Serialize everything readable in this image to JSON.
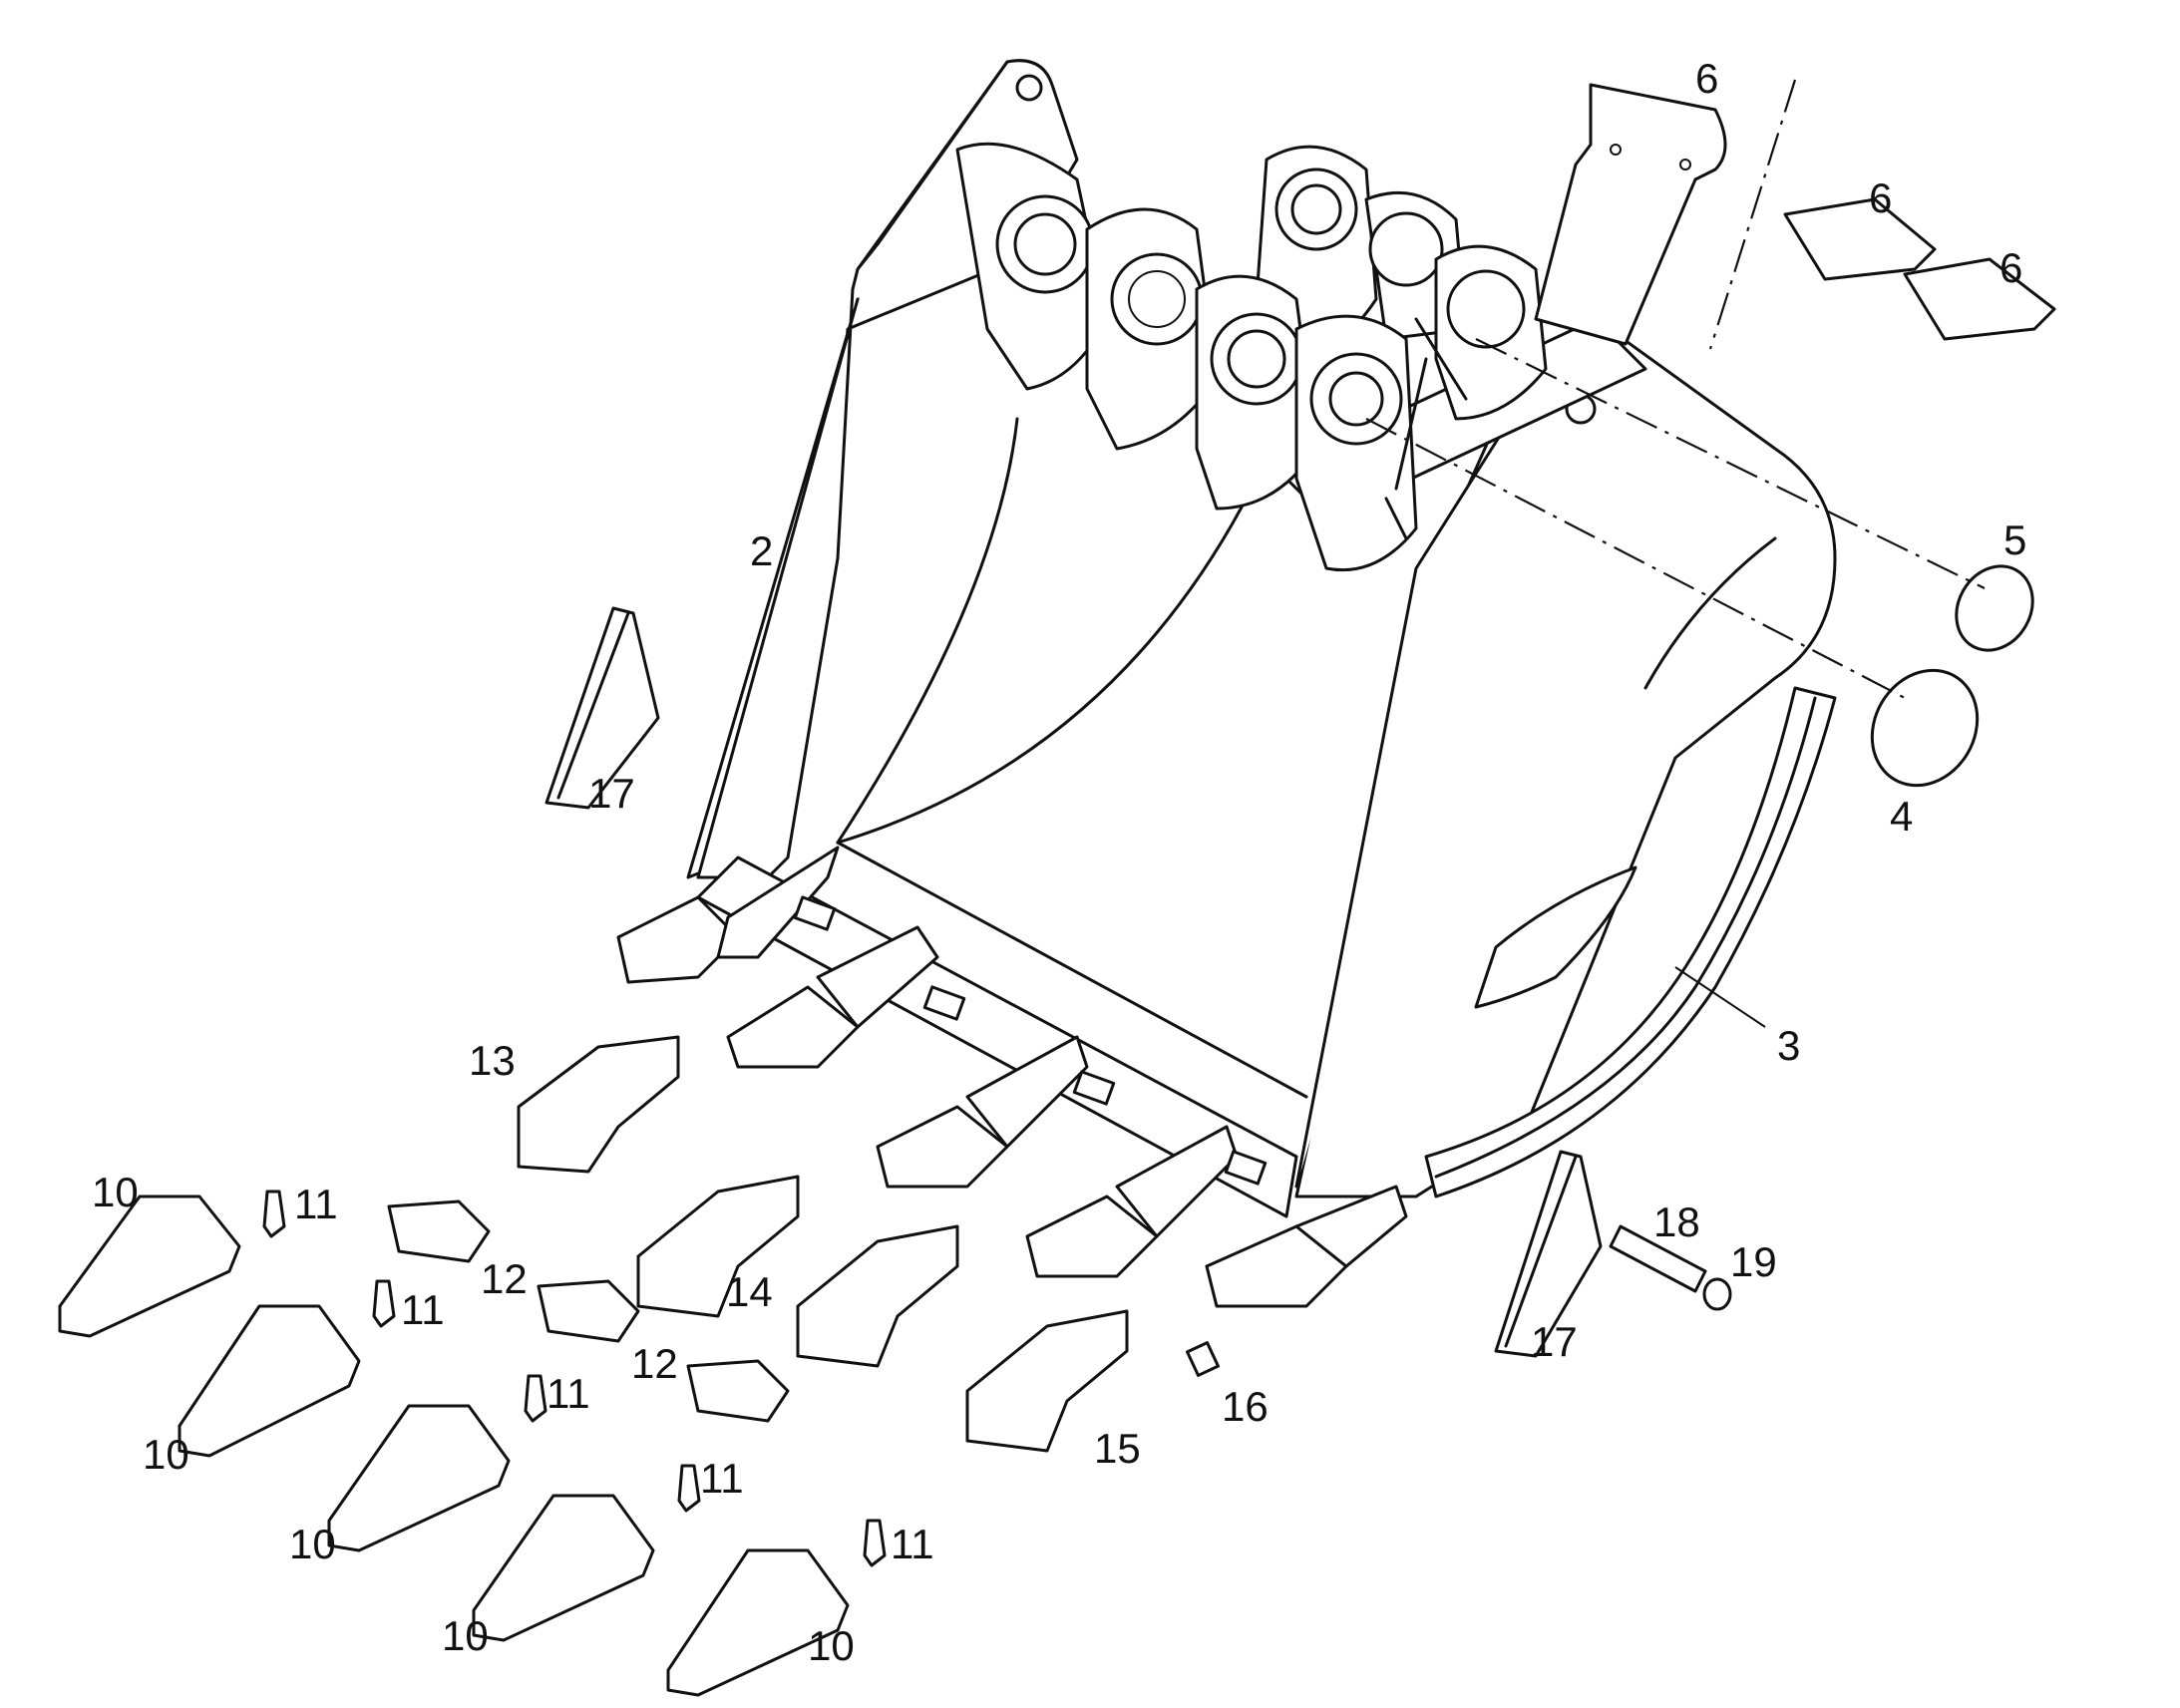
{
  "diagram": {
    "callouts": [
      {
        "key": "c2",
        "text": "2"
      },
      {
        "key": "c3",
        "text": "3"
      },
      {
        "key": "c4",
        "text": "4"
      },
      {
        "key": "c5",
        "text": "5"
      },
      {
        "key": "c6a",
        "text": "6"
      },
      {
        "key": "c6b",
        "text": "6"
      },
      {
        "key": "c6c",
        "text": "6"
      },
      {
        "key": "c10a",
        "text": "10"
      },
      {
        "key": "c10b",
        "text": "10"
      },
      {
        "key": "c10c",
        "text": "10"
      },
      {
        "key": "c10d",
        "text": "10"
      },
      {
        "key": "c10e",
        "text": "10"
      },
      {
        "key": "c11a",
        "text": "11"
      },
      {
        "key": "c11b",
        "text": "11"
      },
      {
        "key": "c11c",
        "text": "11"
      },
      {
        "key": "c11d",
        "text": "11"
      },
      {
        "key": "c11e",
        "text": "11"
      },
      {
        "key": "c12a",
        "text": "12"
      },
      {
        "key": "c12b",
        "text": "12"
      },
      {
        "key": "c13",
        "text": "13"
      },
      {
        "key": "c14",
        "text": "14"
      },
      {
        "key": "c15",
        "text": "15"
      },
      {
        "key": "c16",
        "text": "16"
      },
      {
        "key": "c17a",
        "text": "17"
      },
      {
        "key": "c17b",
        "text": "17"
      },
      {
        "key": "c18",
        "text": "18"
      },
      {
        "key": "c19",
        "text": "19"
      }
    ]
  }
}
